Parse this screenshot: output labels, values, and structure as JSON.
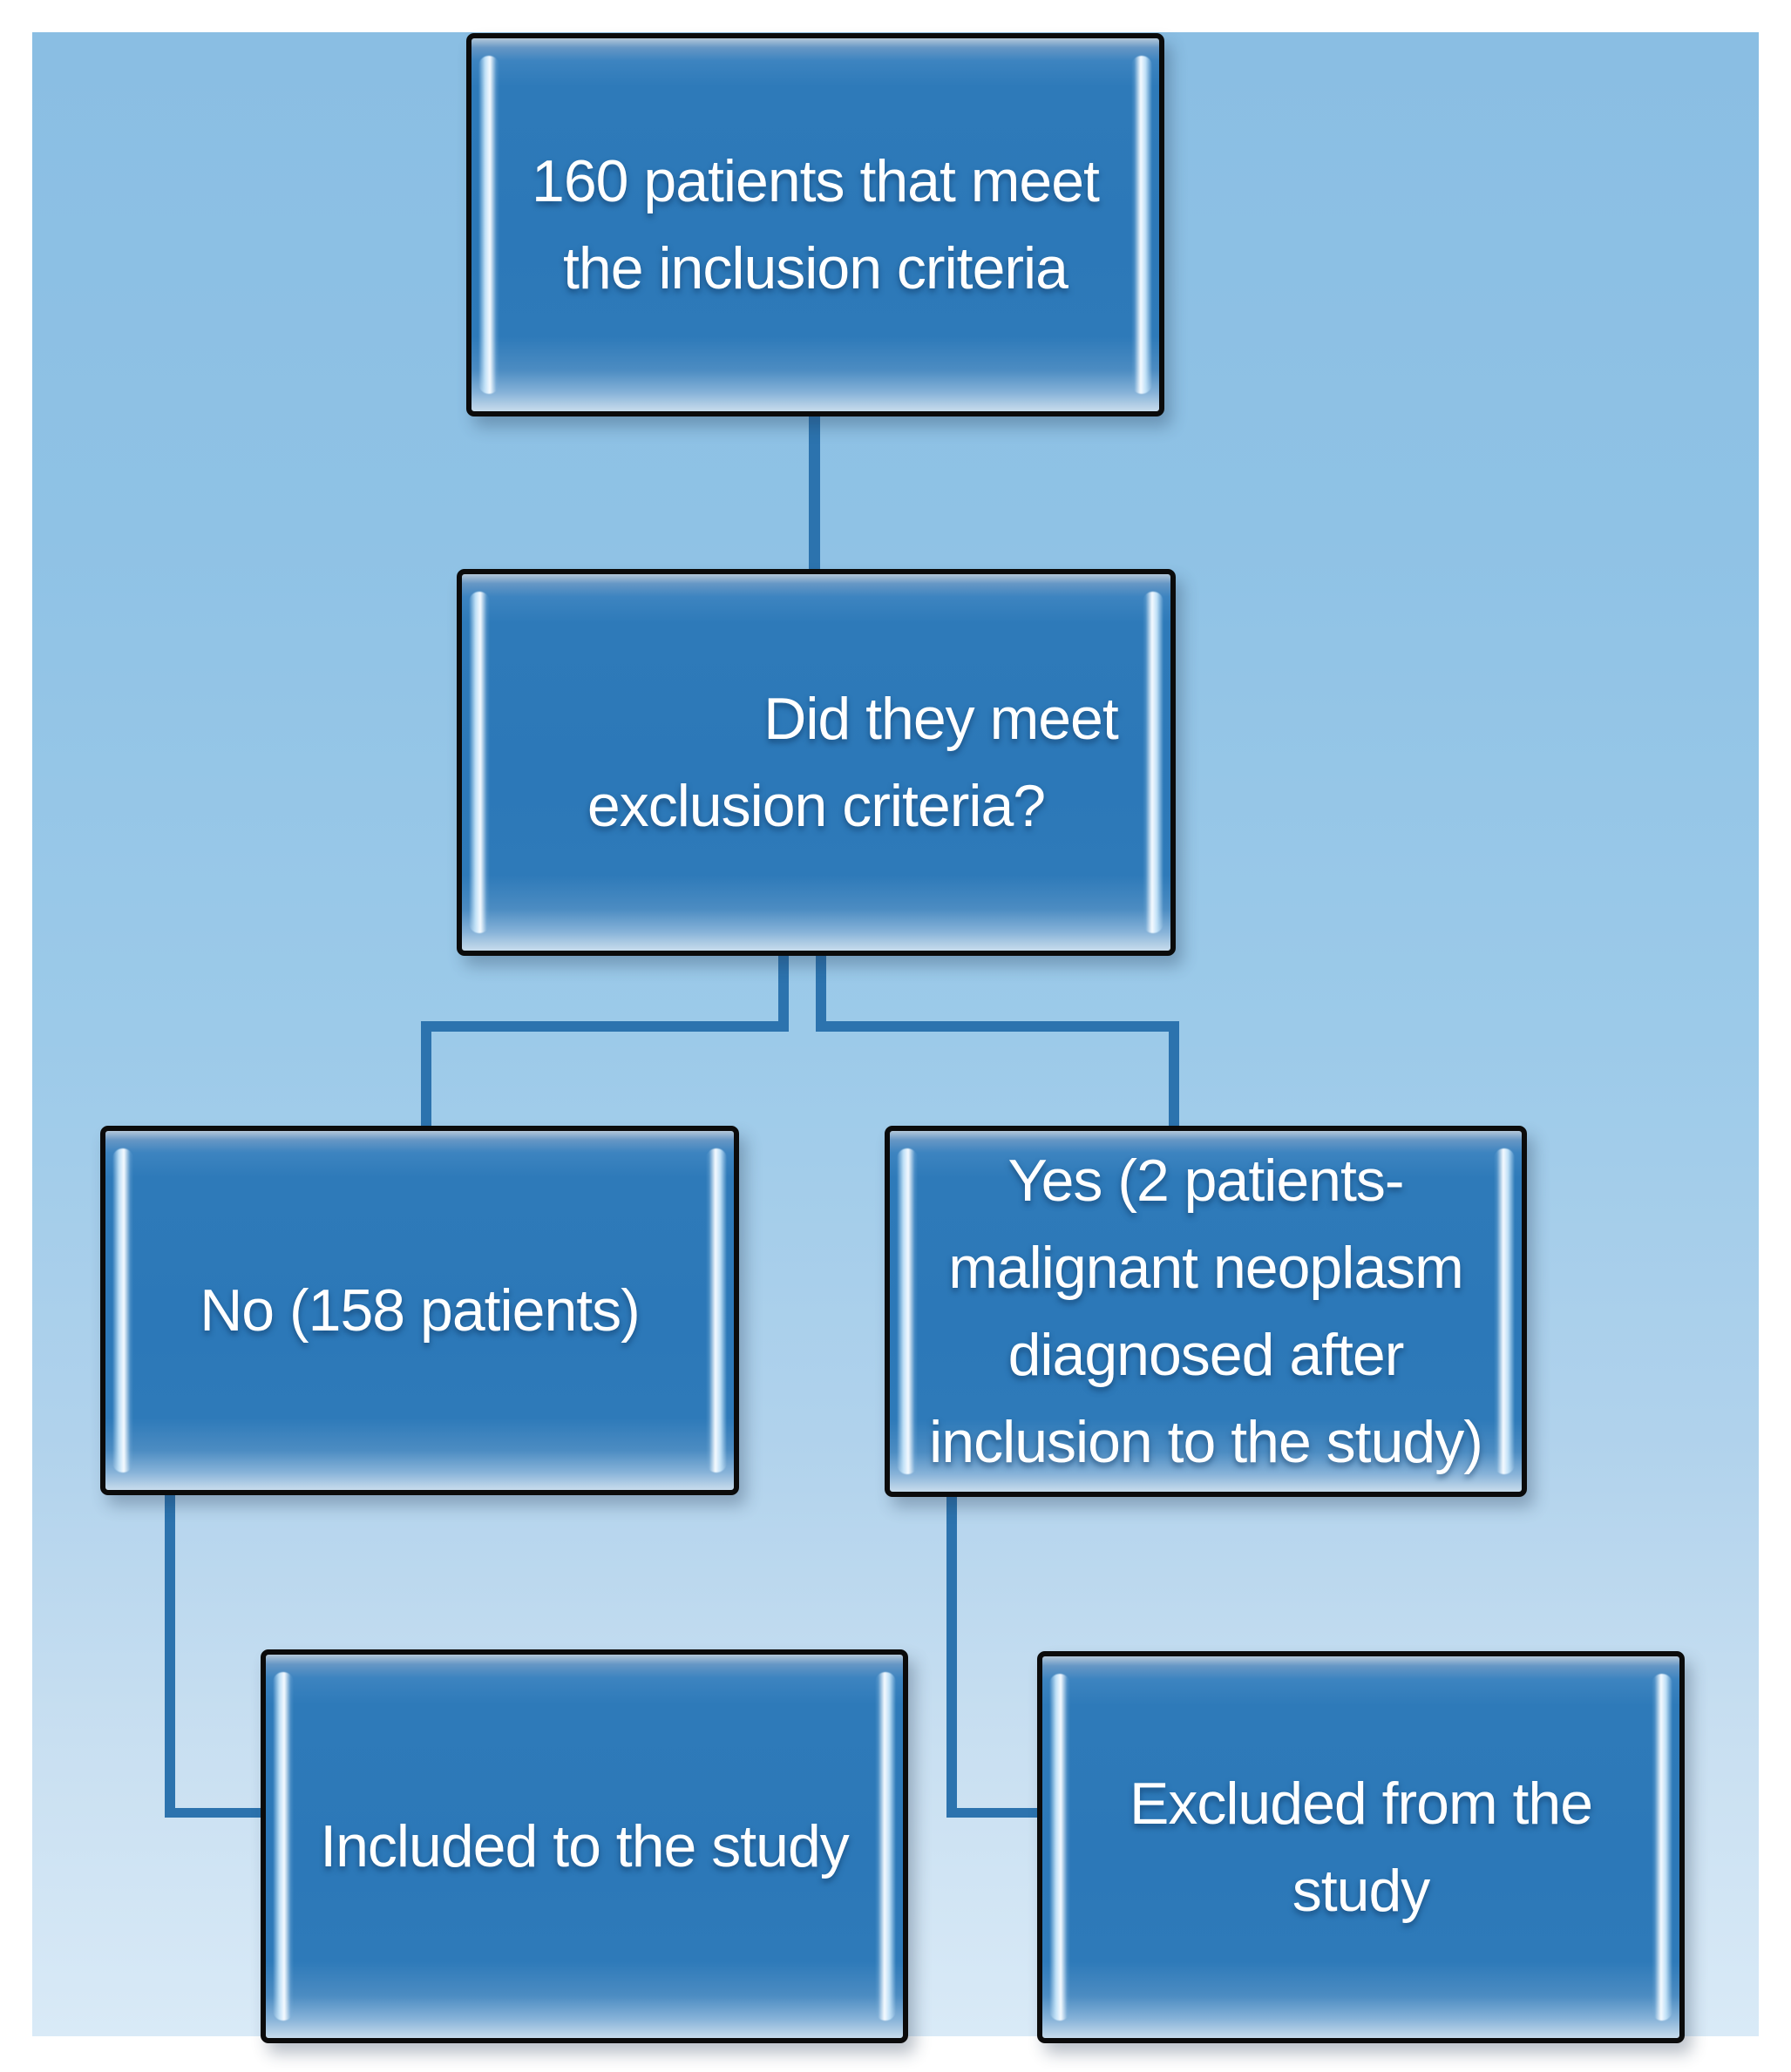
{
  "diagram": {
    "type": "flowchart",
    "colors": {
      "page_background": "#ffffff",
      "panel_background_top": "#8abee3",
      "panel_background_bottom": "#d9eaf7",
      "node_fill": "#2e7ab9",
      "node_border": "#0b0b0b",
      "node_bevel_highlight": "#f6fbff",
      "connector": "#2c73ae",
      "text": "#ffffff"
    }
  },
  "nodes": {
    "source": {
      "lines": [
        "160 patients that meet",
        "the inclusion criteria"
      ]
    },
    "question": {
      "lines": [
        "Did they meet",
        "exclusion criteria?"
      ]
    },
    "no": {
      "lines": [
        "No (158 patients)"
      ]
    },
    "yes": {
      "lines": [
        "Yes (2 patients-",
        "malignant neoplasm",
        "diagnosed after",
        "inclusion to the study)"
      ]
    },
    "included": {
      "lines": [
        "Included to the study"
      ]
    },
    "excluded": {
      "lines": [
        "Excluded from the",
        "study"
      ]
    }
  },
  "edges": [
    {
      "from": "source",
      "to": "question"
    },
    {
      "from": "question",
      "to": "no"
    },
    {
      "from": "question",
      "to": "yes"
    },
    {
      "from": "no",
      "to": "included"
    },
    {
      "from": "yes",
      "to": "excluded"
    }
  ]
}
